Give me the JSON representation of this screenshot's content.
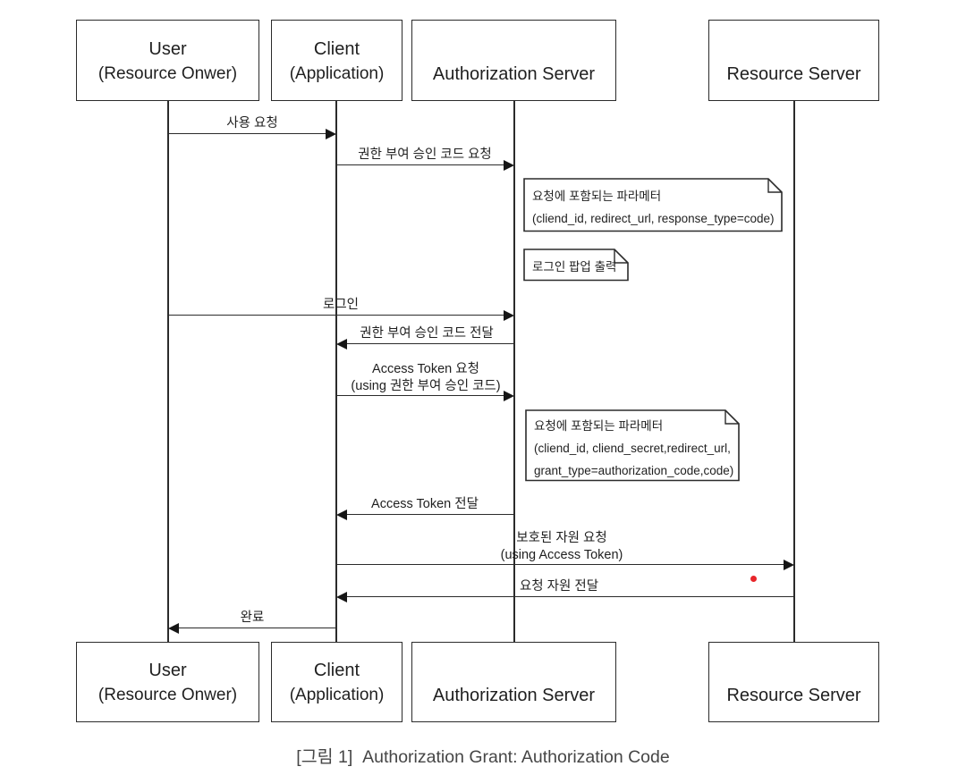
{
  "diagram": {
    "caption": "[그림 1]  Authorization Grant: Authorization Code",
    "actors": [
      {
        "name": "User",
        "sub": "(Resource Onwer)"
      },
      {
        "name": "Client",
        "sub": "(Application)"
      },
      {
        "name": "Authorization Server",
        "sub": ""
      },
      {
        "name": "Resource Server",
        "sub": ""
      }
    ],
    "messages": [
      {
        "label": "사용 요청",
        "from": "User",
        "to": "Client",
        "direction": "right"
      },
      {
        "label": "권한 부여 승인 코드 요청",
        "from": "Client",
        "to": "Authorization Server",
        "direction": "right"
      },
      {
        "label": "로그인",
        "from": "User",
        "to": "Authorization Server",
        "direction": "right"
      },
      {
        "label": "권한 부여 승인 코드 전달",
        "from": "Authorization Server",
        "to": "Client",
        "direction": "left"
      },
      {
        "label": "Access Token 요청",
        "label2": "(using 권한 부여 승인 코드)",
        "from": "Client",
        "to": "Authorization Server",
        "direction": "right"
      },
      {
        "label": "Access Token 전달",
        "from": "Authorization Server",
        "to": "Client",
        "direction": "left"
      },
      {
        "label": "보호된 자원 요청",
        "label2": "(using Access Token)",
        "from": "Client",
        "to": "Resource Server",
        "direction": "right"
      },
      {
        "label": "요청 자원 전달",
        "from": "Resource Server",
        "to": "Client",
        "direction": "left"
      },
      {
        "label": "완료",
        "from": "Client",
        "to": "User",
        "direction": "left"
      }
    ],
    "notes": [
      {
        "lines": [
          "요청에 포함되는 파라메터",
          "(cliend_id, redirect_url, response_type=code)",
          ""
        ]
      },
      {
        "lines": [
          "로그인 팝업 출력",
          "",
          ""
        ]
      },
      {
        "lines": [
          "요청에 포함되는 파라메터",
          "(cliend_id, cliend_secret,redirect_url,",
          "grant_type=authorization_code,code)"
        ]
      }
    ],
    "colors": {
      "line": "#2b2b2b",
      "text": "#1f1f1f",
      "caption": "#464646",
      "red_dot": "#e8252a",
      "background": "#ffffff"
    }
  }
}
